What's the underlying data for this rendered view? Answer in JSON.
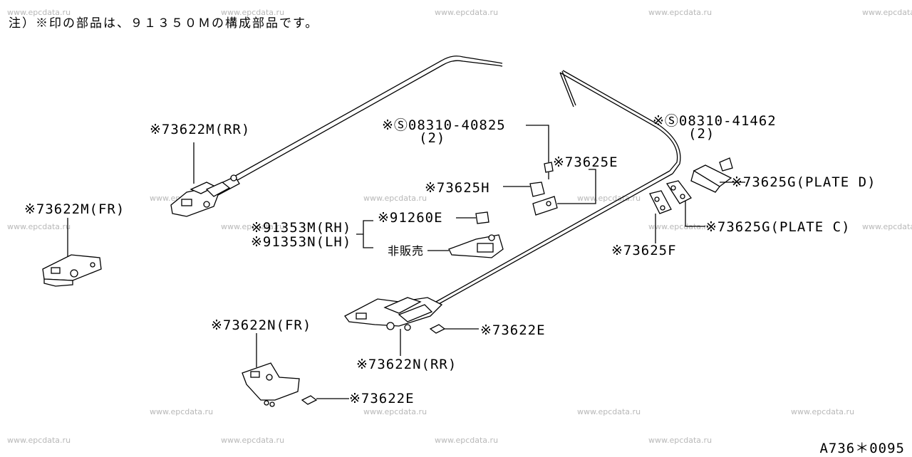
{
  "note": "注）※印の部品は、９１３５０Ｍの構成部品です。",
  "labels": {
    "m_rr": "※73622M(RR)",
    "m_fr": "※73622M(FR)",
    "s_40825": "※Ⓢ08310-40825",
    "s_40825_qty": "(2)",
    "p_73625e": "※73625E",
    "p_73625h": "※73625H",
    "s_41462": "※Ⓢ08310-41462",
    "s_41462_qty": "(2)",
    "p_73625g_d": "※73625G(PLATE D)",
    "p_73625g_c": "※73625G(PLATE C)",
    "p_73625f": "※73625F",
    "p_91353m": "※91353M(RH)",
    "p_91353n": "※91353N(LH)",
    "p_91260e": "※91260E",
    "not_sold": "非販売",
    "n_fr": "※73622N(FR)",
    "n_rr": "※73622N(RR)",
    "e_upper": "※73622E",
    "e_lower": "※73622E"
  },
  "watermark": "www.epcdata.ru",
  "diagram_code": "A736＊0095"
}
